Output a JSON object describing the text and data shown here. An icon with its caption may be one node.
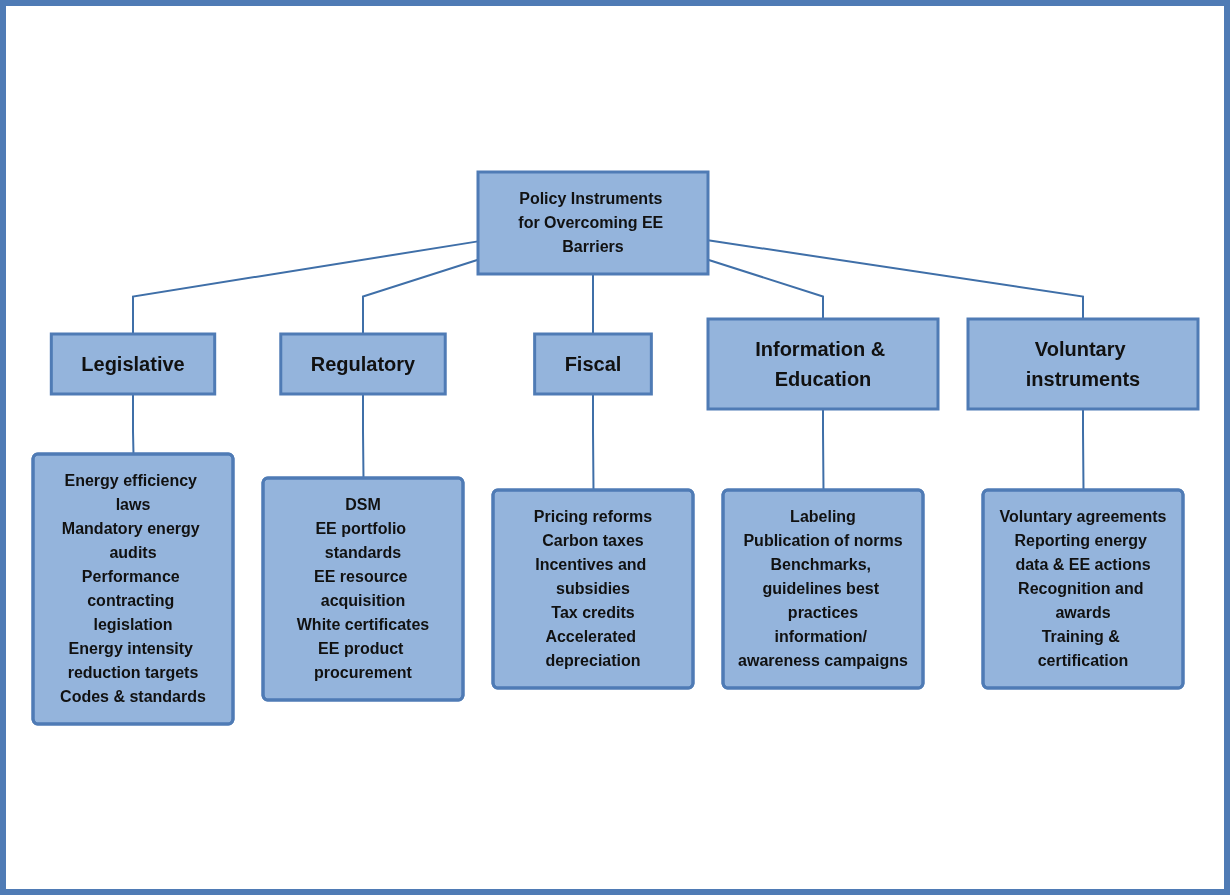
{
  "diagram": {
    "nodes": [
      {
        "text": [
          "Policy Instruments for Overcoming EE Barriers"
        ]
      },
      {
        "text": [
          "Legislative"
        ]
      },
      {
        "text": [
          "Regulatory"
        ]
      },
      {
        "text": [
          "Fiscal"
        ]
      },
      {
        "text": [
          "Information & Education"
        ]
      },
      {
        "text": [
          "Voluntary instruments"
        ]
      },
      {
        "text": [
          "Energy efficiency laws",
          "Mandatory energy audits",
          "Performance contracting legislation",
          "Energy intensity reduction targets",
          "Codes & standards"
        ]
      },
      {
        "text": [
          "DSM",
          "EE portfolio standards",
          "EE resource acquisition",
          "White certificates",
          "EE product procurement"
        ]
      },
      {
        "text": [
          "Pricing reforms",
          "Carbon taxes",
          "Incentives and subsidies",
          "Tax credits",
          "Accelerated depreciation"
        ]
      },
      {
        "text": [
          "Labeling",
          "Publication of norms",
          "Benchmarks, guidelines best practices",
          "information/ awareness campaigns"
        ]
      },
      {
        "text": [
          "Voluntary agreements",
          "Reporting energy data & EE actions",
          "Recognition and awards",
          "Training & certification"
        ]
      }
    ],
    "edges": [
      {
        "from": 0,
        "to": 1,
        "arrow": "none"
      },
      {
        "from": 0,
        "to": 2,
        "arrow": "none"
      },
      {
        "from": 0,
        "to": 3,
        "arrow": "none"
      },
      {
        "from": 0,
        "to": 4,
        "arrow": "none"
      },
      {
        "from": 0,
        "to": 5,
        "arrow": "none"
      },
      {
        "from": 1,
        "to": 6,
        "arrow": "none"
      },
      {
        "from": 2,
        "to": 7,
        "arrow": "none"
      },
      {
        "from": 3,
        "to": 8,
        "arrow": "none"
      },
      {
        "from": 4,
        "to": 9,
        "arrow": "none"
      },
      {
        "from": 5,
        "to": 10,
        "arrow": "none"
      }
    ]
  }
}
